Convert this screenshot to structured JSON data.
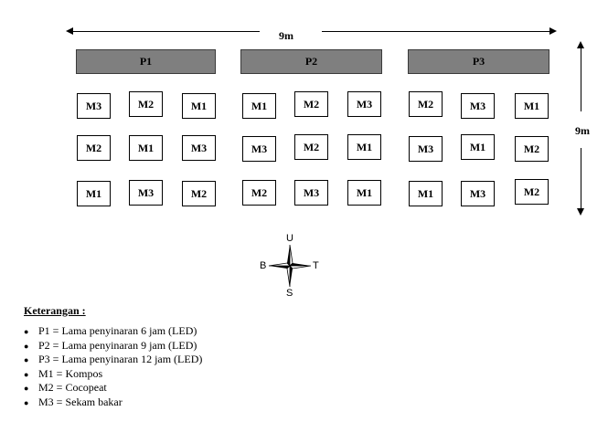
{
  "dimensions": {
    "width_label": "9m",
    "height_label": "9m"
  },
  "plots": [
    {
      "label": "P1",
      "rows": [
        [
          "M3",
          "M2",
          "M1"
        ],
        [
          "M2",
          "M1",
          "M3"
        ],
        [
          "M1",
          "M3",
          "M2"
        ]
      ]
    },
    {
      "label": "P2",
      "rows": [
        [
          "M1",
          "M2",
          "M3"
        ],
        [
          "M3",
          "M2",
          "M1"
        ],
        [
          "M2",
          "M3",
          "M1"
        ]
      ]
    },
    {
      "label": "P3",
      "rows": [
        [
          "M2",
          "M3",
          "M1"
        ],
        [
          "M3",
          "M1",
          "M2"
        ],
        [
          "M1",
          "M3",
          "M2"
        ]
      ]
    }
  ],
  "compass": {
    "north": "U",
    "south": "S",
    "east": "T",
    "west": "B"
  },
  "legend": {
    "title": "Keterangan :",
    "items": [
      "P1 = Lama penyinaran 6 jam (LED)",
      "P2 = Lama penyinaran 9 jam (LED)",
      "P3 = Lama penyinaran 12 jam (LED)",
      "M1 = Kompos",
      "M2 = Cocopeat",
      "M3 = Sekam bakar"
    ]
  }
}
